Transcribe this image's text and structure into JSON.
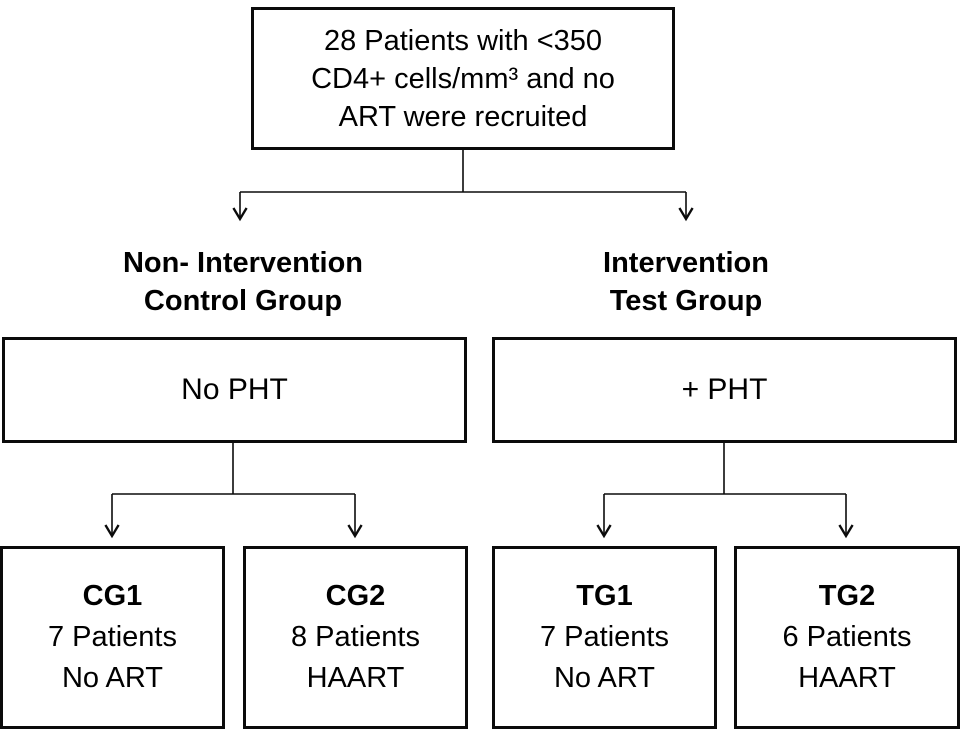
{
  "diagram": {
    "top_box": {
      "line1": "28 Patients with <350",
      "line2": "CD4+ cells/mm³ and no",
      "line3": "ART  were recruited"
    },
    "left_branch": {
      "label_line1": "Non- Intervention",
      "label_line2": "Control Group",
      "treatment": "No PHT",
      "subgroups": [
        {
          "code": "CG1",
          "count": "7 Patients",
          "therapy": "No ART"
        },
        {
          "code": "CG2",
          "count": "8 Patients",
          "therapy": "HAART"
        }
      ]
    },
    "right_branch": {
      "label_line1": "Intervention",
      "label_line2": "Test Group",
      "treatment": "+ PHT",
      "subgroups": [
        {
          "code": "TG1",
          "count": "7 Patients",
          "therapy": "No ART"
        },
        {
          "code": "TG2",
          "count": "6 Patients",
          "therapy": "HAART"
        }
      ]
    },
    "colors": {
      "line": "#0b0b0b",
      "background": "#ffffff"
    }
  }
}
